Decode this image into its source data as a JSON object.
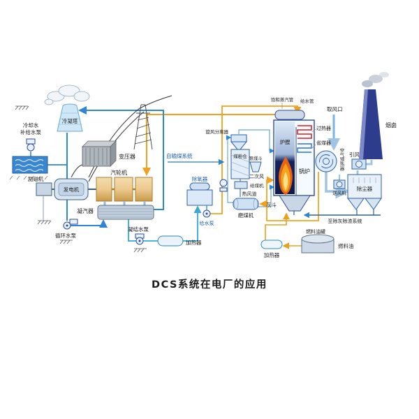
{
  "title": "DCS系统在电厂的应用",
  "labels": {
    "cooling_water_line1": "冷却水",
    "cooling_water_line2": "补给水泵",
    "cooling_tower": "冷凝塔",
    "transformer": "变压器",
    "exciter": "励磁机",
    "generator": "发电机",
    "turbine": "汽轮机",
    "condenser": "凝汽器",
    "circulating_pump": "循环水泵",
    "condensate_pump": "凝结水泵",
    "lp_heater": "加热器",
    "deaerator": "除氧器",
    "feed_pump": "给水泵",
    "coal_conveying": "自输煤系统",
    "cyclone_separator": "旋风分离器",
    "coal_bunker": "煤粉仓",
    "raw_coal_hopper": "原煤斗",
    "coal_feeder": "给煤机",
    "coal_mill": "磨煤机",
    "hot_air_duct": "热风道",
    "secondary_air": "二次风",
    "ash_hopper": "灰斗",
    "furnace": "炉膛",
    "boiler": "锅炉",
    "superheater": "过热器",
    "economizer": "省煤器",
    "saturated_steam_pipe": "饱和蒸汽管",
    "feed_water_pipe": "给水管",
    "air_intake": "取风口",
    "chimney": "烟囱",
    "id_fan": "引风机",
    "air_preheater": "空气预热器",
    "fd_fan": "送风机",
    "dust_collector": "除尘器",
    "ash_removal": "至除灰除渣系统",
    "fuel_oil_tank": "燃料油罐",
    "fuel_oil": "燃料油",
    "oil_heater": "加热器"
  },
  "colors": {
    "flame": "#e86414",
    "steam_line": "#f2a01e",
    "water_line": "#2e86d6",
    "condensate_line": "#35a8d8",
    "flue_duct": "#9fc4e4",
    "outline": "#2b4a9c",
    "accent_label_blue": "#1a5fb0",
    "chimney": "#2e3c8e",
    "turbine_body": "#ecc98e"
  }
}
